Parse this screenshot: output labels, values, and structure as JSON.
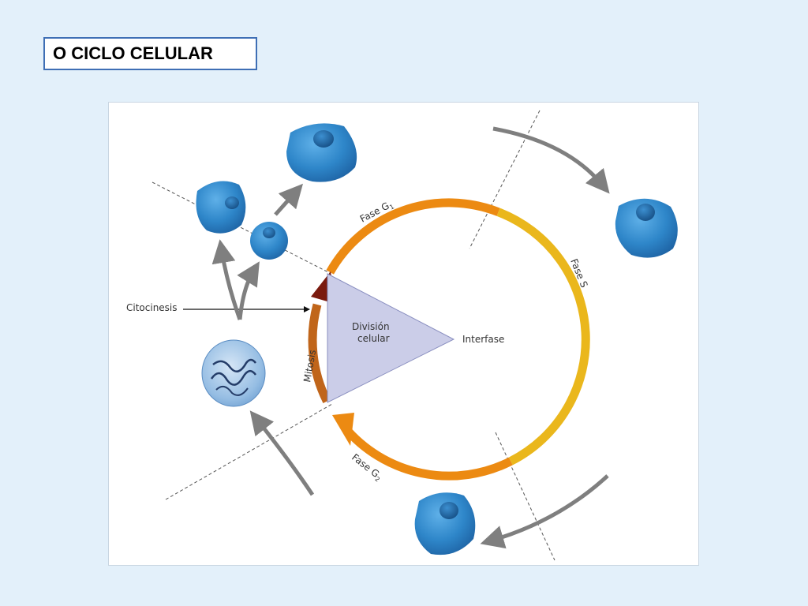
{
  "slide": {
    "title": "O CICLO CELULAR"
  },
  "diagram": {
    "labels": {
      "fase_g1": "Fase G",
      "fase_g1_sub": "1",
      "fase_s": "Fase S",
      "fase_g2": "Fase G",
      "fase_g2_sub": "2",
      "mitosis": "Mitosis",
      "citocinesis": "Citocinesis",
      "division_line1": "División",
      "division_line2": "celular",
      "interfase": "Interfase"
    },
    "colors": {
      "g1": "#ec8a12",
      "s": "#eab71c",
      "g2": "#ec8a12",
      "mitosis": "#c0651a",
      "citocinesis_arrow": "#7a1a0e",
      "division_wedge": "#cbcde8",
      "cell": "#2e86c9",
      "nucleus": "#1a5a92",
      "flow_arrow": "#7f7f7f"
    }
  }
}
